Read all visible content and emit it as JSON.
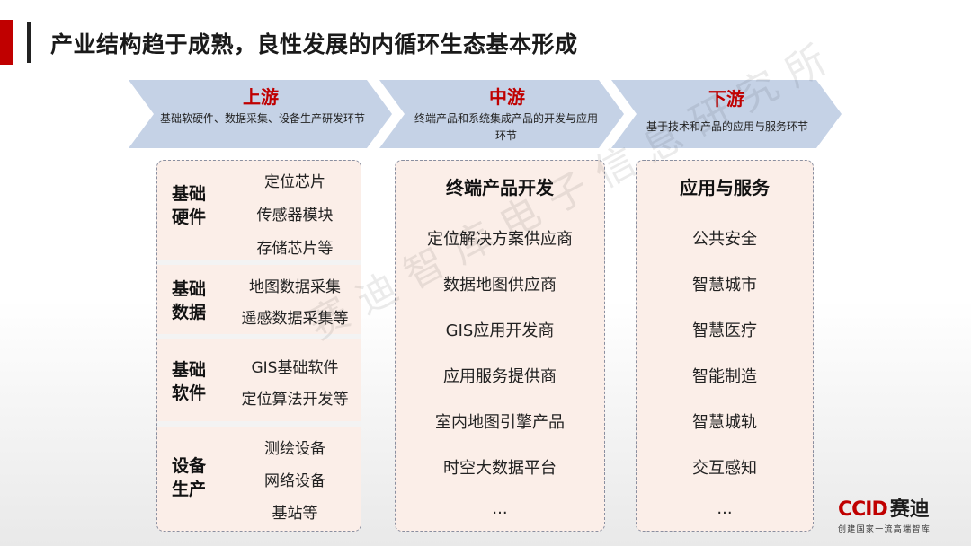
{
  "title": "产业结构趋于成熟，良性发展的内循环生态基本形成",
  "watermark": "赛迪智库电子信息研究所",
  "colors": {
    "accent": "#c00000",
    "chevron": "#c5d2e6",
    "panel_bg": "#fbeee8"
  },
  "stages": [
    {
      "title": "上游",
      "desc": "基础软硬件、数据采集、设备生产研发环节"
    },
    {
      "title": "中游",
      "desc": "终端产品和系统集成产品的开发与应用环节"
    },
    {
      "title": "下游",
      "desc": "基于技术和产品的应用与服务环节"
    }
  ],
  "upstream": [
    {
      "category": "基础硬件",
      "items": [
        "定位芯片",
        "传感器模块",
        "存储芯片等"
      ]
    },
    {
      "category": "基础数据",
      "items": [
        "地图数据采集",
        "遥感数据采集等"
      ]
    },
    {
      "category": "基础软件",
      "items": [
        "GIS基础软件",
        "定位算法开发等"
      ]
    },
    {
      "category": "设备生产",
      "items": [
        "测绘设备",
        "网络设备",
        "基站等"
      ]
    }
  ],
  "midstream": {
    "heading": "终端产品开发",
    "items": [
      "定位解决方案供应商",
      "数据地图供应商",
      "GIS应用开发商",
      "应用服务提供商",
      "室内地图引擎产品",
      "时空大数据平台",
      "..."
    ]
  },
  "downstream": {
    "heading": "应用与服务",
    "items": [
      "公共安全",
      "智慧城市",
      "智慧医疗",
      "智能制造",
      "智慧城轨",
      "交互感知",
      "..."
    ]
  },
  "logo": {
    "mark": "CCID",
    "name": "赛迪",
    "tagline": "创建国家一流高端智库"
  }
}
